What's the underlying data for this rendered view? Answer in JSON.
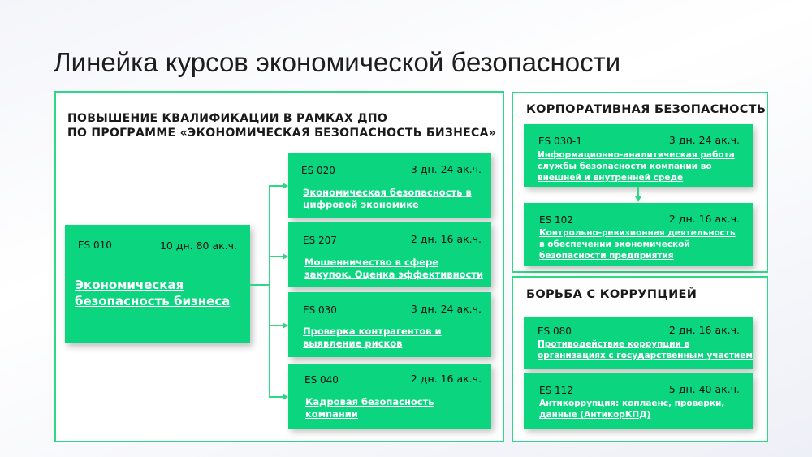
{
  "title": "Линейка курсов экономической безопасности",
  "left_panel": {
    "heading_line1": "ПОВЫШЕНИЕ КВАЛИФИКАЦИИ В РАМКАХ ДПО",
    "heading_line2": "ПО ПРОГРАММЕ «ЭКОНОМИЧЕСКАЯ БЕЗОПАСНОСТЬ БИЗНЕСА»",
    "main_course": {
      "code": "ES 010",
      "duration": "10 дн. 80 ак.ч.",
      "name": "Экономическая безопасность бизнеса"
    },
    "courses": [
      {
        "code": "ES 020",
        "duration": "3 дн. 24 ак.ч.",
        "name": "Экономическая безопасность в цифровой экономике"
      },
      {
        "code": "ES 207",
        "duration": "2 дн. 16 ак.ч.",
        "name": "Мошенничество в сфере закупок. Оценка эффективности"
      },
      {
        "code": "ES 030",
        "duration": "3 дн. 24 ак.ч.",
        "name": "Проверка контрагентов и выявление рисков"
      },
      {
        "code": "ES 040",
        "duration": "2 дн. 16 ак.ч.",
        "name": "Кадровая безопасность компании"
      }
    ]
  },
  "corporate_panel": {
    "heading": "КОРПОРАТИВНАЯ БЕЗОПАСНОСТЬ",
    "courses": [
      {
        "code": "ES 030-1",
        "duration": "3 дн. 24 ак.ч.",
        "name": "Информационно-аналитическая работа службы безопасности компании во внешней и внутренней среде"
      },
      {
        "code": "ES 102",
        "duration": "2 дн. 16 ак.ч.",
        "name": "Контрольно-ревизионная деятельность в обеспечении экономической безопасности предприятия"
      }
    ]
  },
  "anticorruption_panel": {
    "heading": "БОРЬБА С КОРРУПЦИЕЙ",
    "courses": [
      {
        "code": "ES 080",
        "duration": "2 дн. 16 ак.ч.",
        "name": "Противодействие коррупции в организациях с государственным участием"
      },
      {
        "code": "ES 112",
        "duration": "5 дн. 40 ак.ч.",
        "name": "Антикоррупция: коплаенс, проверки, данные (АнтикорКПД)"
      }
    ]
  },
  "colors": {
    "green": "#0bd67f",
    "border": "#2fd884"
  }
}
